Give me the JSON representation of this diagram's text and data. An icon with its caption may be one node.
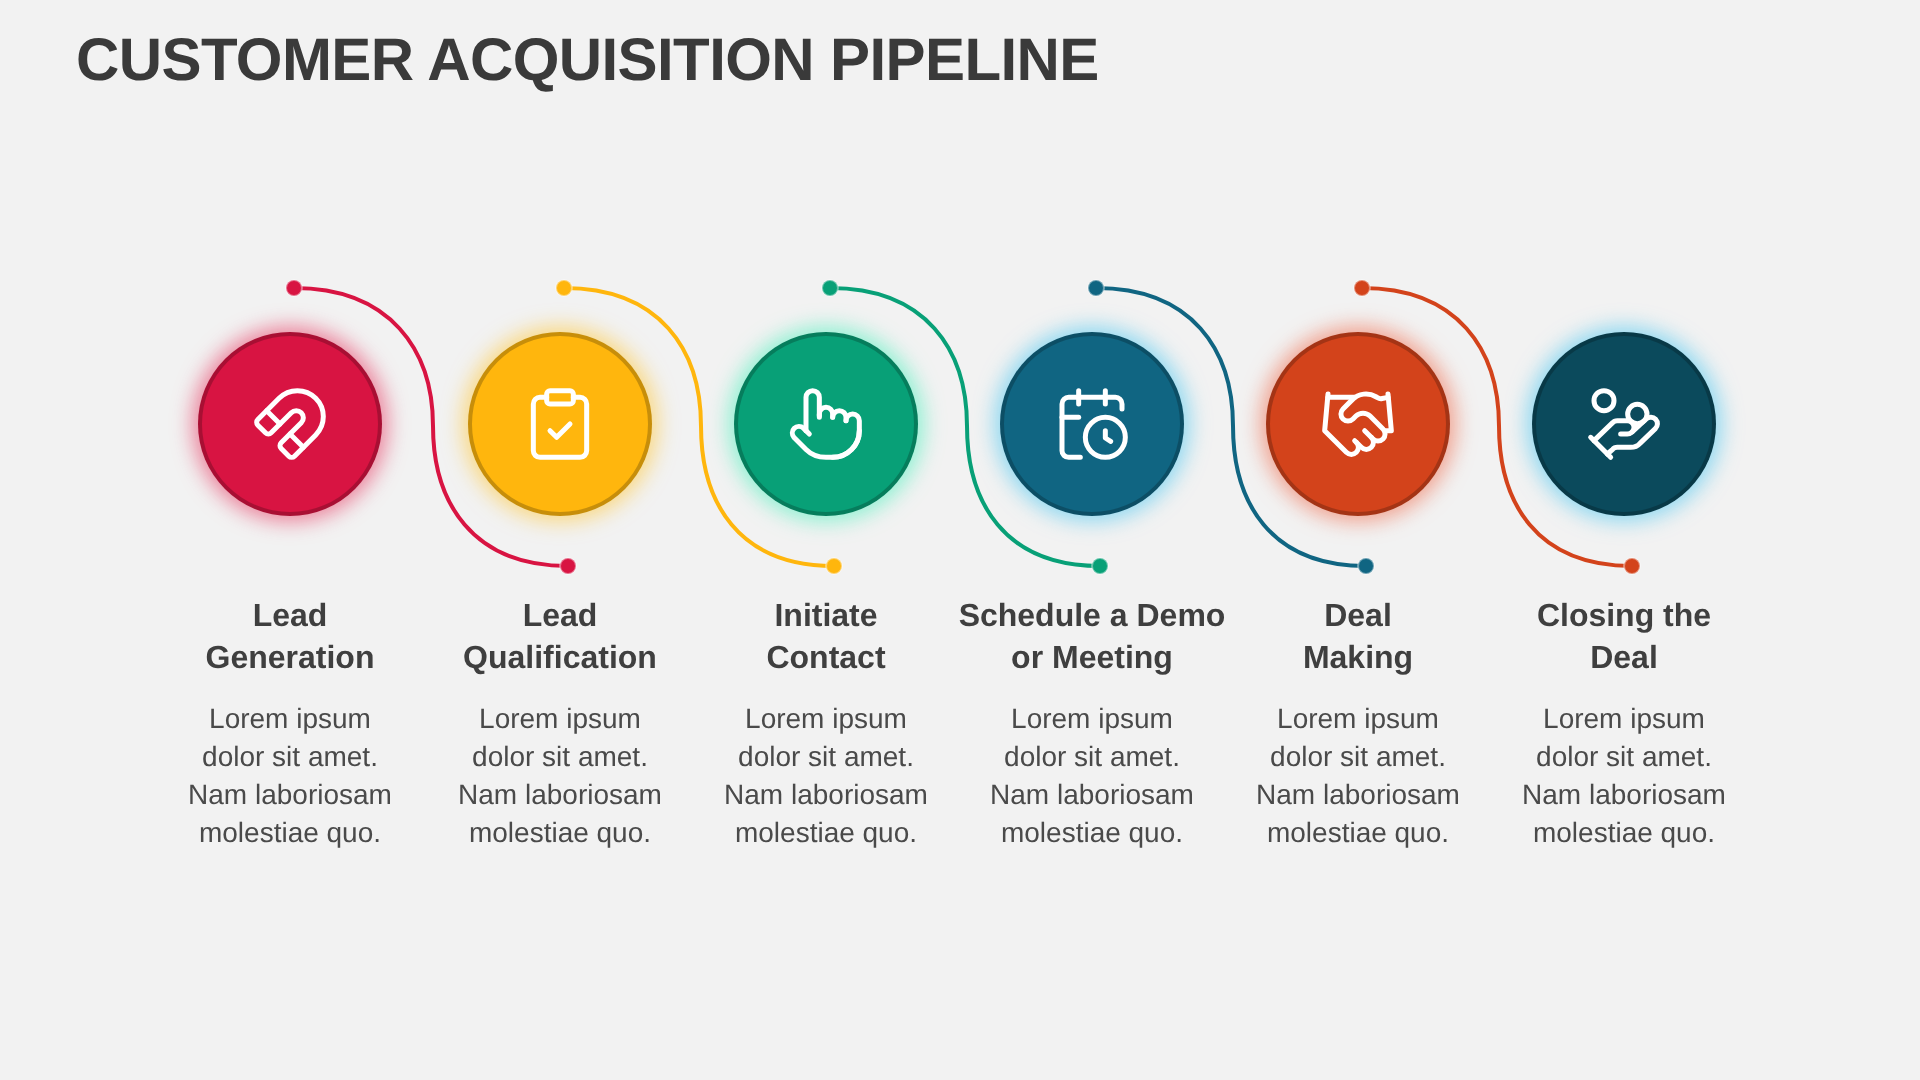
{
  "diagram": {
    "title": "CUSTOMER ACQUISITION PIPELINE",
    "nodes": [
      {
        "text": [
          "Lead Generation"
        ]
      },
      {
        "text": [
          "Lead Qualification"
        ]
      },
      {
        "text": [
          "Initiate Contact"
        ]
      },
      {
        "text": [
          "Schedule a Demo or Meeting"
        ]
      },
      {
        "text": [
          "Deal Making"
        ]
      },
      {
        "text": [
          "Closing the Deal"
        ]
      }
    ],
    "edges": [
      {
        "from": 0,
        "to": 1,
        "arrow": "other",
        "color": "#d81442"
      },
      {
        "from": 1,
        "to": 2,
        "arrow": "other",
        "color": "#ffb60d"
      },
      {
        "from": 2,
        "to": 3,
        "arrow": "other",
        "color": "#08a077"
      },
      {
        "from": 3,
        "to": 4,
        "arrow": "other",
        "color": "#106582"
      },
      {
        "from": 4,
        "to": 5,
        "arrow": "other",
        "color": "#d3431b"
      }
    ],
    "labels": [
      "Lorem ipsum dolor sit amet. Nam laboriosam molestiae quo.",
      "Lorem ipsum dolor sit amet. Nam laboriosam molestiae quo.",
      "Lorem ipsum dolor sit amet. Nam laboriosam molestiae quo.",
      "Lorem ipsum dolor sit amet. Nam laboriosam molestiae quo.",
      "Lorem ipsum dolor sit amet. Nam laboriosam molestiae quo.",
      "Lorem ipsum dolor sit amet. Nam laboriosam molestiae quo."
    ]
  }
}
